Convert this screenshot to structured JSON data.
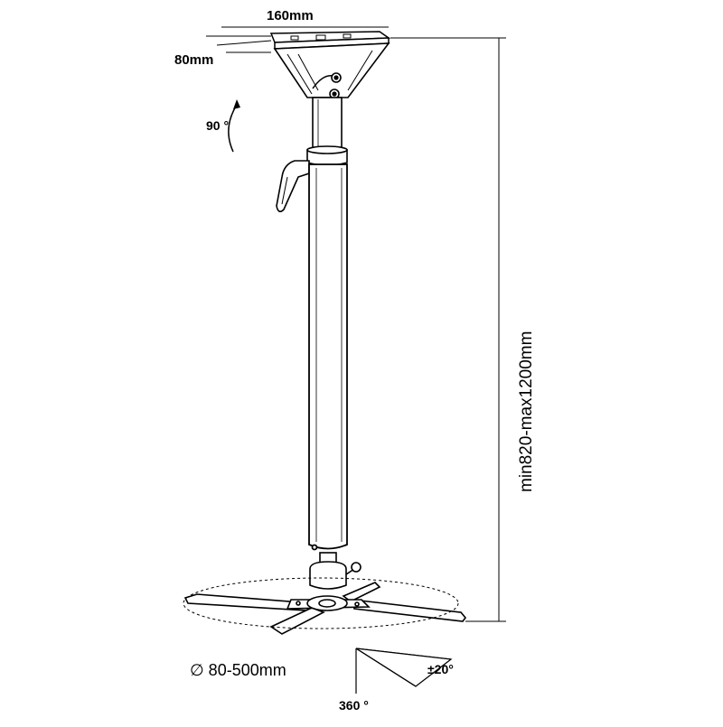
{
  "labels": {
    "plate_width": "160mm",
    "plate_depth": "80mm",
    "tilt_angle": "90 °",
    "height_range": "min820-max1200mm",
    "diameter": "∅ 80-500mm",
    "swivel": "360 °",
    "tilt_pm": "±20°"
  },
  "colors": {
    "line": "#000000",
    "fill": "#ffffff"
  }
}
